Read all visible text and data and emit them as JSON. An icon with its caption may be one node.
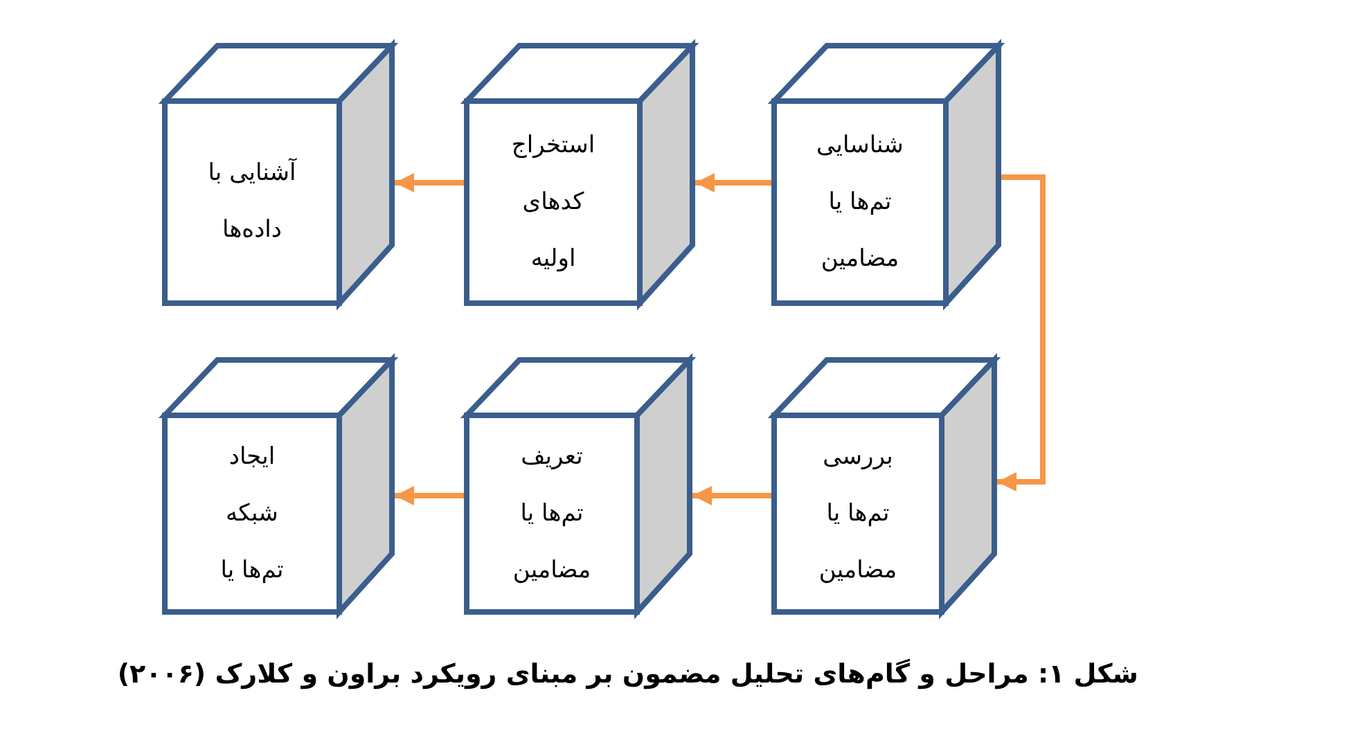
{
  "diagram": {
    "caption": "شکل ۱: مراحل و گام‌های تحلیل مضمون بر مبنای رویکرد براون و کلارک (۲۰۰۶)",
    "nodes": [
      {
        "text": [
          "شناسایی تم‌ها یا مضامین"
        ]
      },
      {
        "text": [
          "استخراج کدهای اولیه"
        ]
      },
      {
        "text": [
          "آشنایی با داده‌ها"
        ]
      },
      {
        "text": [
          "بررسی تم‌ها یا مضامین"
        ]
      },
      {
        "text": [
          "تعریف تم‌ها یا مضامین"
        ]
      },
      {
        "text": [
          "ایجاد شبکه تم‌ها یا"
        ]
      }
    ],
    "edges": [
      {
        "from": 0,
        "to": 1,
        "arrow": "to"
      },
      {
        "from": 1,
        "to": 2,
        "arrow": "to"
      },
      {
        "from": 0,
        "to": 3,
        "arrow": "to"
      },
      {
        "from": 3,
        "to": 4,
        "arrow": "to"
      },
      {
        "from": 4,
        "to": 5,
        "arrow": "to"
      }
    ]
  }
}
